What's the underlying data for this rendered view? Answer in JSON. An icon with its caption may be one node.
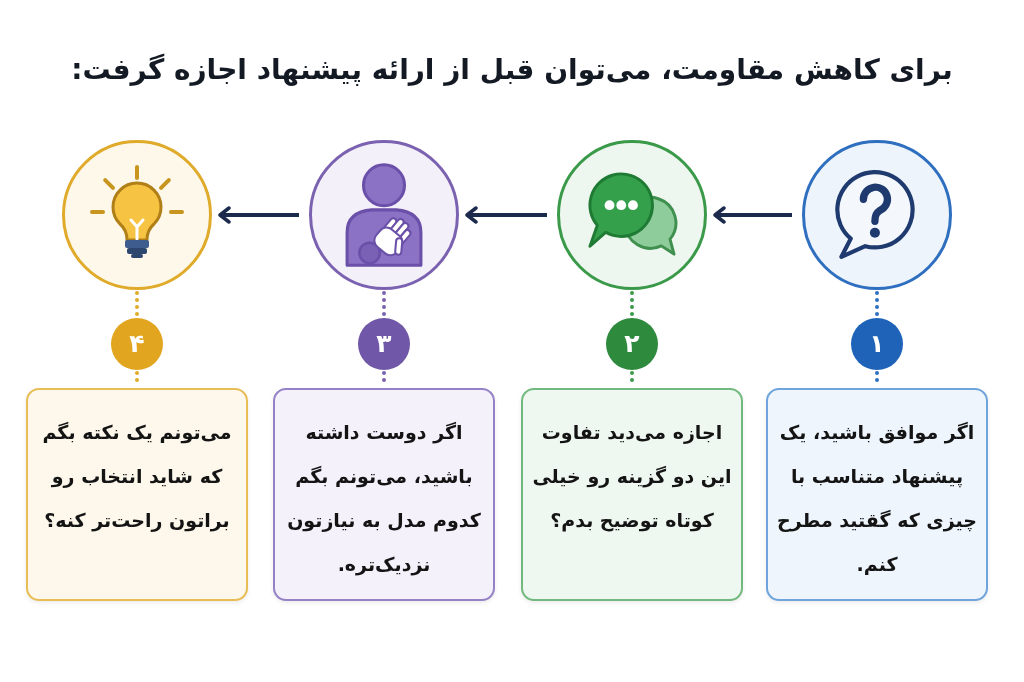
{
  "diagram": {
    "title": "برای کاهش مقاومت، می‌توان قبل از ارائه پیشنهاد اجازه گرفت:",
    "nodes": [
      {
        "text": [],
        "shape": "circle"
      },
      {
        "text": [
          "۱"
        ]
      },
      {
        "text": [
          "اگر موافق باشید، یک پیشنهاد متناسب با چیزی که گقتید مطرح کنم."
        ]
      },
      {
        "text": [],
        "shape": "circle"
      },
      {
        "text": [
          "۲"
        ]
      },
      {
        "text": [
          "اجازه می‌دید تفاوت این دو گزینه رو خیلی کوتاه توضیح بدم؟"
        ]
      },
      {
        "text": [],
        "shape": "circle"
      },
      {
        "text": [
          "۳"
        ]
      },
      {
        "text": [
          "اگر دوست داشته باشید، می‌تونم بگم کدوم مدل به نیازتون نزدیک‌تره."
        ]
      },
      {
        "text": [],
        "shape": "circle"
      },
      {
        "text": [
          "۴"
        ]
      },
      {
        "text": [
          "می‌تونم یک نکته بگم که شاید انتخاب رو براتون راحت‌تر کنه؟"
        ]
      }
    ],
    "edges": [
      {
        "from": 0,
        "to": 3,
        "arrow": "to"
      },
      {
        "from": 3,
        "to": 6,
        "arrow": "to"
      },
      {
        "from": 6,
        "to": 9,
        "arrow": "to"
      },
      {
        "from": 0,
        "to": 1,
        "arrow": "none",
        "style": "dashed",
        "color": "#2f6fc0"
      },
      {
        "from": 1,
        "to": 2,
        "arrow": "none",
        "style": "dashed",
        "color": "#2f6fc0"
      },
      {
        "from": 3,
        "to": 4,
        "arrow": "none",
        "style": "dashed",
        "color": "#3a9a4a"
      },
      {
        "from": 4,
        "to": 5,
        "arrow": "none",
        "style": "dashed",
        "color": "#3a9a4a"
      },
      {
        "from": 6,
        "to": 7,
        "arrow": "none",
        "style": "dashed",
        "color": "#7b62b0"
      },
      {
        "from": 7,
        "to": 8,
        "arrow": "none",
        "style": "dashed",
        "color": "#7b62b0"
      },
      {
        "from": 9,
        "to": 10,
        "arrow": "none",
        "style": "dashed",
        "color": "#e0aa2a"
      },
      {
        "from": 10,
        "to": 11,
        "arrow": "none",
        "style": "dashed",
        "color": "#e0aa2a"
      }
    ]
  }
}
